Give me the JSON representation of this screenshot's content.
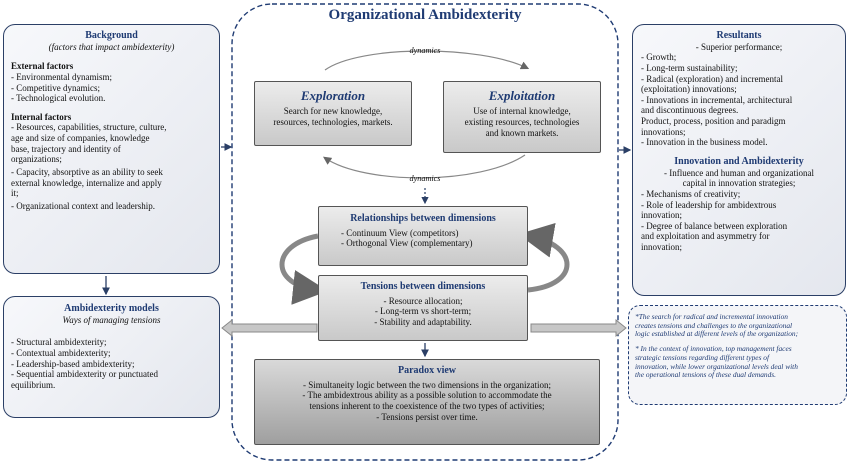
{
  "central": {
    "title": "Organizational Ambidexterity"
  },
  "background": {
    "title": "Background",
    "subtitle": "(factors that impact ambidexterity)",
    "external_heading": "External factors",
    "external_items": [
      "- Environmental dynamism;",
      "- Competitive dynamics;",
      "- Technological evolution."
    ],
    "internal_heading": "Internal factors",
    "internal_items": [
      "- Resources, capabilities, structure, culture,",
      "age and size of companies, knowledge",
      "base, trajectory and identity of",
      "organizations;",
      "- Capacity, absorptive as an ability to seek",
      "external knowledge, internalize and apply",
      "it;",
      "- Organizational context and leadership."
    ]
  },
  "models": {
    "title": "Ambidexterity models",
    "subtitle": "Ways of managing tensions",
    "items": [
      "- Structural ambidexterity;",
      "- Contextual ambidexterity;",
      "- Leadership-based ambidexterity;",
      "- Sequential ambidexterity or punctuated",
      "equilibrium."
    ]
  },
  "exploration": {
    "title": "Exploration",
    "lines": [
      "Search for new knowledge,",
      "resources, technologies, markets."
    ]
  },
  "exploitation": {
    "title": "Exploitation",
    "lines": [
      "Use of internal knowledge,",
      "existing resources, technologies",
      "and known markets."
    ]
  },
  "dynamics": {
    "top": "dynamics",
    "bottom": "dynamics"
  },
  "relationships": {
    "title": "Relationships between dimensions",
    "items": [
      "- Continuum View (competitors)",
      "- Orthogonal View (complementary)"
    ]
  },
  "tensions": {
    "title": "Tensions between dimensions",
    "items": [
      "- Resource allocation;",
      "- Long-term  vs short-term;",
      "- Stability and adaptability."
    ]
  },
  "paradox": {
    "title": "Paradox view",
    "items": [
      "- Simultaneity logic between the two dimensions in the organization;",
      "- The ambidextrous ability as a possible solution to accommodate the",
      "tensions inherent to the coexistence of the two types of activities;",
      "- Tensions persist over time."
    ]
  },
  "resultants": {
    "title": "Resultants",
    "items": [
      "- Superior performance;",
      "- Growth;",
      "- Long-term sustainability;",
      "- Radical (exploration) and incremental",
      "(exploitation) innovations;",
      "- Innovations in incremental, architectural",
      "and discontinuous degrees.",
      "Product, process, position and paradigm",
      "innovations;",
      "-   Innovation in the business model."
    ],
    "innov_title": "Innovation and Ambidexterity",
    "innov_items": [
      "- Influence and human and organizational",
      "capital in innovation strategies;",
      "- Mechanisms of creativity;",
      "- Role of leadership for ambidextrous",
      "innovation;",
      "- Degree of balance between exploration",
      "and exploitation and asymmetry for",
      "innovation;"
    ]
  },
  "notes": {
    "items": [
      "*The search for radical and incremental innovation",
      "creates tensions and challenges to the organizational",
      "logic established at different levels of the organization;",
      "* In the context of innovation, top management faces",
      "strategic tensions regarding different types of",
      "innovation, while lower organizational levels deal with",
      "the operational tensions of these dual demands."
    ]
  }
}
